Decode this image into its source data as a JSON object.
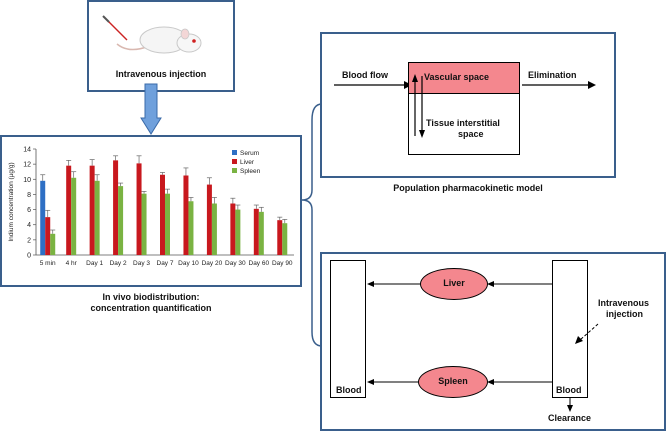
{
  "top_panel": {
    "caption": "Intravenous injection",
    "icon": "mouse-icon"
  },
  "chart_panel": {
    "caption_line1": "In vivo biodistribution:",
    "caption_line2": "concentration quantification"
  },
  "chart_data": {
    "type": "bar",
    "ylabel": "Indium concentration (µg/g)",
    "xlabel": "",
    "ylim": [
      0,
      14
    ],
    "yticks": [
      0,
      2,
      4,
      6,
      8,
      10,
      12,
      14
    ],
    "categories": [
      "5 min",
      "4 hr",
      "Day 1",
      "Day 2",
      "Day 3",
      "Day 7",
      "Day 10",
      "Day 20",
      "Day 30",
      "Day 60",
      "Day 90"
    ],
    "series": [
      {
        "name": "Serum",
        "color": "#2e6fc4",
        "values": [
          9.8,
          null,
          null,
          null,
          null,
          null,
          null,
          null,
          null,
          null,
          null
        ],
        "errors": [
          0.8,
          null,
          null,
          null,
          null,
          null,
          null,
          null,
          null,
          null,
          null
        ]
      },
      {
        "name": "Liver",
        "color": "#c8181e",
        "values": [
          5.0,
          11.8,
          11.8,
          12.5,
          12.1,
          10.6,
          10.5,
          9.3,
          6.8,
          6.1,
          4.6
        ],
        "errors": [
          0.9,
          0.7,
          0.8,
          0.6,
          1.0,
          0.3,
          1.0,
          0.9,
          0.7,
          0.5,
          0.4
        ]
      },
      {
        "name": "Spleen",
        "color": "#7ab342",
        "values": [
          2.8,
          10.2,
          9.8,
          9.1,
          8.1,
          8.1,
          7.1,
          6.8,
          6.0,
          5.7,
          4.2
        ],
        "errors": [
          0.5,
          0.8,
          0.8,
          0.4,
          0.3,
          0.6,
          0.5,
          0.8,
          0.6,
          0.6,
          0.5
        ]
      }
    ],
    "legend_position": "top-right",
    "grid": false
  },
  "pk_panel": {
    "caption": "Population pharmacokinetic model",
    "blood_flow": "Blood flow",
    "vascular_space": "Vascular space",
    "tissue_line1": "Tissue interstitial",
    "tissue_line2": "space",
    "elimination": "Elimination",
    "vascular_color": "#f4878e"
  },
  "organ_panel": {
    "liver": "Liver",
    "spleen": "Spleen",
    "blood_left": "Blood",
    "blood_right": "Blood",
    "iv_line1": "Intravenous",
    "iv_line2": "injection",
    "clearance": "Clearance",
    "organ_color": "#f4878e"
  },
  "colors": {
    "frame_border": "#3a5f8c",
    "arrow_fill": "#6fa0dc"
  }
}
